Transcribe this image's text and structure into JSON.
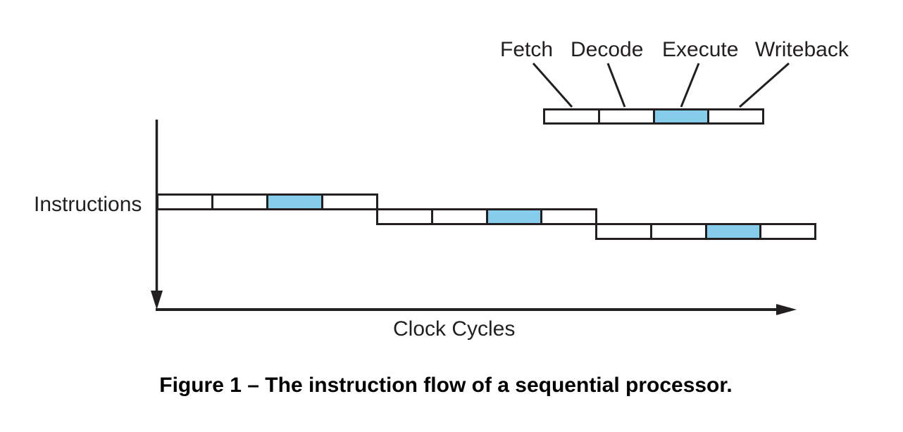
{
  "figure": {
    "caption": "Figure 1 – The instruction flow of a sequential processor.",
    "y_axis_label": "Instructions",
    "x_axis_label": "Clock Cycles"
  },
  "legend": {
    "stages": [
      {
        "label": "Fetch",
        "highlighted": false
      },
      {
        "label": "Decode",
        "highlighted": false
      },
      {
        "label": "Execute",
        "highlighted": true
      },
      {
        "label": "Writeback",
        "highlighted": false
      }
    ]
  },
  "diagram": {
    "type": "sequential-pipeline-timing",
    "instruction_rows": [
      {
        "name": "instruction-1",
        "stages": [
          "Fetch",
          "Decode",
          "Execute",
          "Writeback"
        ],
        "highlighted_stage": "Execute"
      },
      {
        "name": "instruction-2",
        "stages": [
          "Fetch",
          "Decode",
          "Execute",
          "Writeback"
        ],
        "highlighted_stage": "Execute"
      },
      {
        "name": "instruction-3",
        "stages": [
          "Fetch",
          "Decode",
          "Execute",
          "Writeback"
        ],
        "highlighted_stage": "Execute"
      }
    ],
    "layout_note": "each instruction starts after the previous one finishes, stepped down one row"
  },
  "colors": {
    "line": "#231f20",
    "stage_fill": "#ffffff",
    "execute_highlight": "#86cdeb"
  }
}
